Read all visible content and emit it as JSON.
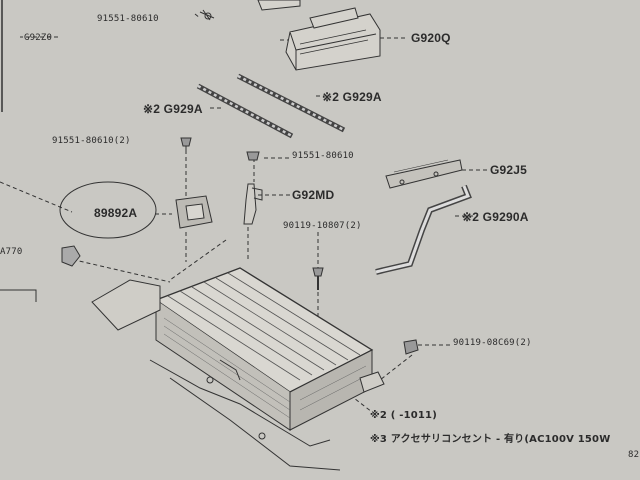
{
  "callouts": {
    "bolt_top": "91551-80610",
    "g92z0": "G92Z0",
    "g920q": "G920Q",
    "g929a_right": "※2 G929A",
    "g929a_left": "※2 G929A",
    "bolt_left": "91551-80610(2)",
    "bolt_mid": "91551-80610",
    "g92md": "G92MD",
    "g92j5": "G92J5",
    "g9290a": "※2 G9290A",
    "p89892a": "89892A",
    "bolt_center": "90119-10807(2)",
    "a770": "A770",
    "bolt_right": "90119-08C69(2)"
  },
  "notes": {
    "note2": "※2 (      -1011)",
    "note3": "※3 アクセサリコンセント - 有り(AC100V 150W"
  },
  "page_number": "82",
  "colors": {
    "paper": "#c9c8c3",
    "ink": "#2b2b2b"
  }
}
